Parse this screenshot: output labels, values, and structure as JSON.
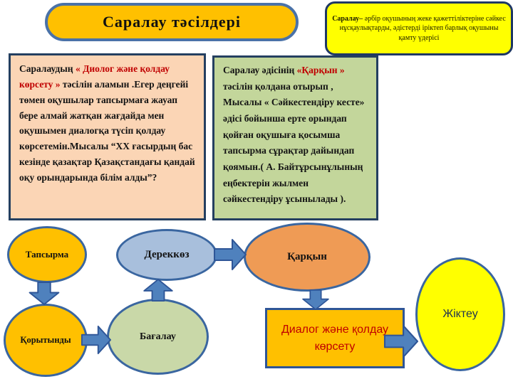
{
  "slide": {
    "title": "Саралау  тәсілдері",
    "definition_box": {
      "lead": "Саралау–",
      "text": " әрбір оқушының   жеке қажеттіліктеріне  сәйкес  нұсқаулықтарды, әдістерді  іріктеп  барлық  оқушыны  қамту үдерісі"
    },
    "left_box": {
      "lead": "Саралаудың  ",
      "highlight": "« Диолог және қолдау көрсету »",
      "body": " тәсілін аламын .Егер деңгейі төмен оқушылар тапсырмаға жауап бере алмай жатқан  жағдайда мен оқушымен диалогқа түсіп қолдау көрсетемін.Мысалы “ХХ ғасырдың бас кезінде қазақтар Қазақстандағы қандай оқу орындарында білім алды”?"
    },
    "right_box": {
      "lead": "Саралау әдісінің ",
      "highlight": "«Қарқын »",
      "body": " тәсілін қолдана отырып , Мысалы  « Сәйкестендіру кесте»  әдісі бойынша  ерте орындап қойған оқушыға қосымша тапсырма сұрақтар дайындап қоямын.( А. Байтұрсынұлының еңбектерін  жылмен сәйкестендіру ұсынылады )."
    },
    "nodes": {
      "tapsyrma": "Тапсырма",
      "derekkoz": "Дереккөз",
      "karkyn": "Қарқын",
      "zhikteu": "Жіктеу",
      "korytyndy": "Қорытынды",
      "bagalau": "Бағалау",
      "dialog": "Диалог және қолдау көрсету"
    },
    "colors": {
      "gold": "#FFC000",
      "bright_yellow": "#FFFF00",
      "peach": "#FBD5B5",
      "olive_green": "#C3D69B",
      "light_blue": "#A8BFDC",
      "orange": "#EF9B55",
      "light_green": "#C9D8A8",
      "arrow_fill": "#4F81BD",
      "arrow_stroke": "#2E5597",
      "highlight_red": "#C00000",
      "border_navy": "#243F60",
      "border_steel": "#4A72A8"
    }
  }
}
